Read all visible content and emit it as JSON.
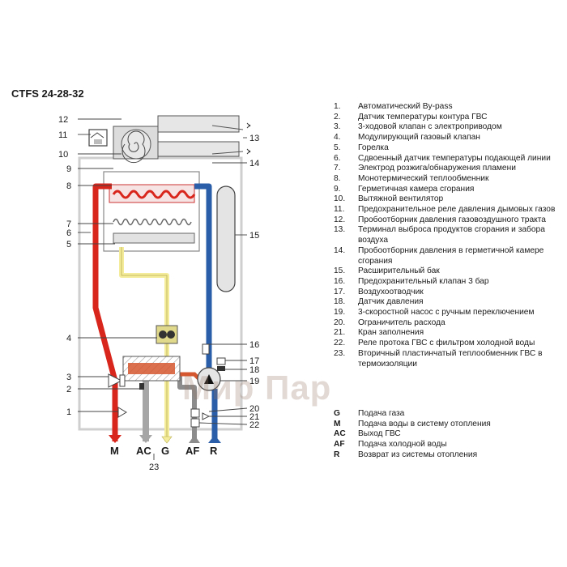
{
  "title": "CTFS 24-28-32",
  "legend": [
    {
      "num": "1.",
      "text": "Автоматический By-pass"
    },
    {
      "num": "2.",
      "text": "Датчик температуры контура ГВС"
    },
    {
      "num": "3.",
      "text": "3-ходовой клапан с электроприводом"
    },
    {
      "num": "4.",
      "text": "Модулирующий газовый клапан"
    },
    {
      "num": "5.",
      "text": "Горелка"
    },
    {
      "num": "6.",
      "text": "Сдвоенный датчик температуры подающей линии"
    },
    {
      "num": "7.",
      "text": "Электрод розжига/обнаружения пламени"
    },
    {
      "num": "8.",
      "text": "Монотермический теплообменник"
    },
    {
      "num": "9.",
      "text": "Герметичная камера сгорания"
    },
    {
      "num": "10.",
      "text": "Вытяжной вентилятор"
    },
    {
      "num": "11.",
      "text": "Предохранительное реле давления дымовых газов"
    },
    {
      "num": "12.",
      "text": "Пробоотборник давления газовоздушного тракта"
    },
    {
      "num": "13.",
      "text": "Терминал выброса продуктов сгорания и забора воздуха"
    },
    {
      "num": "14.",
      "text": "Пробоотборник давления в герметичной камере сгорания"
    },
    {
      "num": "15.",
      "text": "Расширительный бак"
    },
    {
      "num": "16.",
      "text": "Предохранительный клапан 3 бар"
    },
    {
      "num": "17.",
      "text": "Воздухоотводчик"
    },
    {
      "num": "18.",
      "text": "Датчик давления"
    },
    {
      "num": "19.",
      "text": "3-скоростной насос с ручным переключением"
    },
    {
      "num": "20.",
      "text": "Ограничитель расхода"
    },
    {
      "num": "21.",
      "text": "Кран заполнения"
    },
    {
      "num": "22.",
      "text": "Реле протока ГВС с фильтром холодной воды"
    },
    {
      "num": "23.",
      "text": "Вторичный пластинчатый теплообменник ГВС в термоизоляции"
    }
  ],
  "codes": [
    {
      "key": "G",
      "text": "Подача газа"
    },
    {
      "key": "M",
      "text": "Подача воды в систему отопления"
    },
    {
      "key": "AC",
      "text": "Выход ГВС"
    },
    {
      "key": "AF",
      "text": "Подача холодной воды"
    },
    {
      "key": "R",
      "text": "Возврат из системы отопления"
    }
  ],
  "callouts": {
    "n1": "1",
    "n2": "2",
    "n3": "3",
    "n4": "4",
    "n5": "5",
    "n6": "6",
    "n7": "7",
    "n8": "8",
    "n9": "9",
    "n10": "10",
    "n11": "11",
    "n12": "12",
    "n13": "13",
    "n14": "14",
    "n15": "15",
    "n16": "16",
    "n17": "17",
    "n18": "18",
    "n19": "19",
    "n20": "20",
    "n21": "21",
    "n22": "22",
    "n23": "23"
  },
  "ports": {
    "M": "M",
    "AC": "AC",
    "G": "G",
    "AF": "AF",
    "R": "R"
  },
  "watermark": "Мир Пар",
  "colors": {
    "flow_hot": "#d9261c",
    "return_cold": "#2a5ea8",
    "gas": "#f4ec9a",
    "dhw_out": "#a6a6a6",
    "cold_in": "#8c8c8c",
    "heat_exchanger": "#d4572f",
    "casing": "#cfcfcf"
  }
}
